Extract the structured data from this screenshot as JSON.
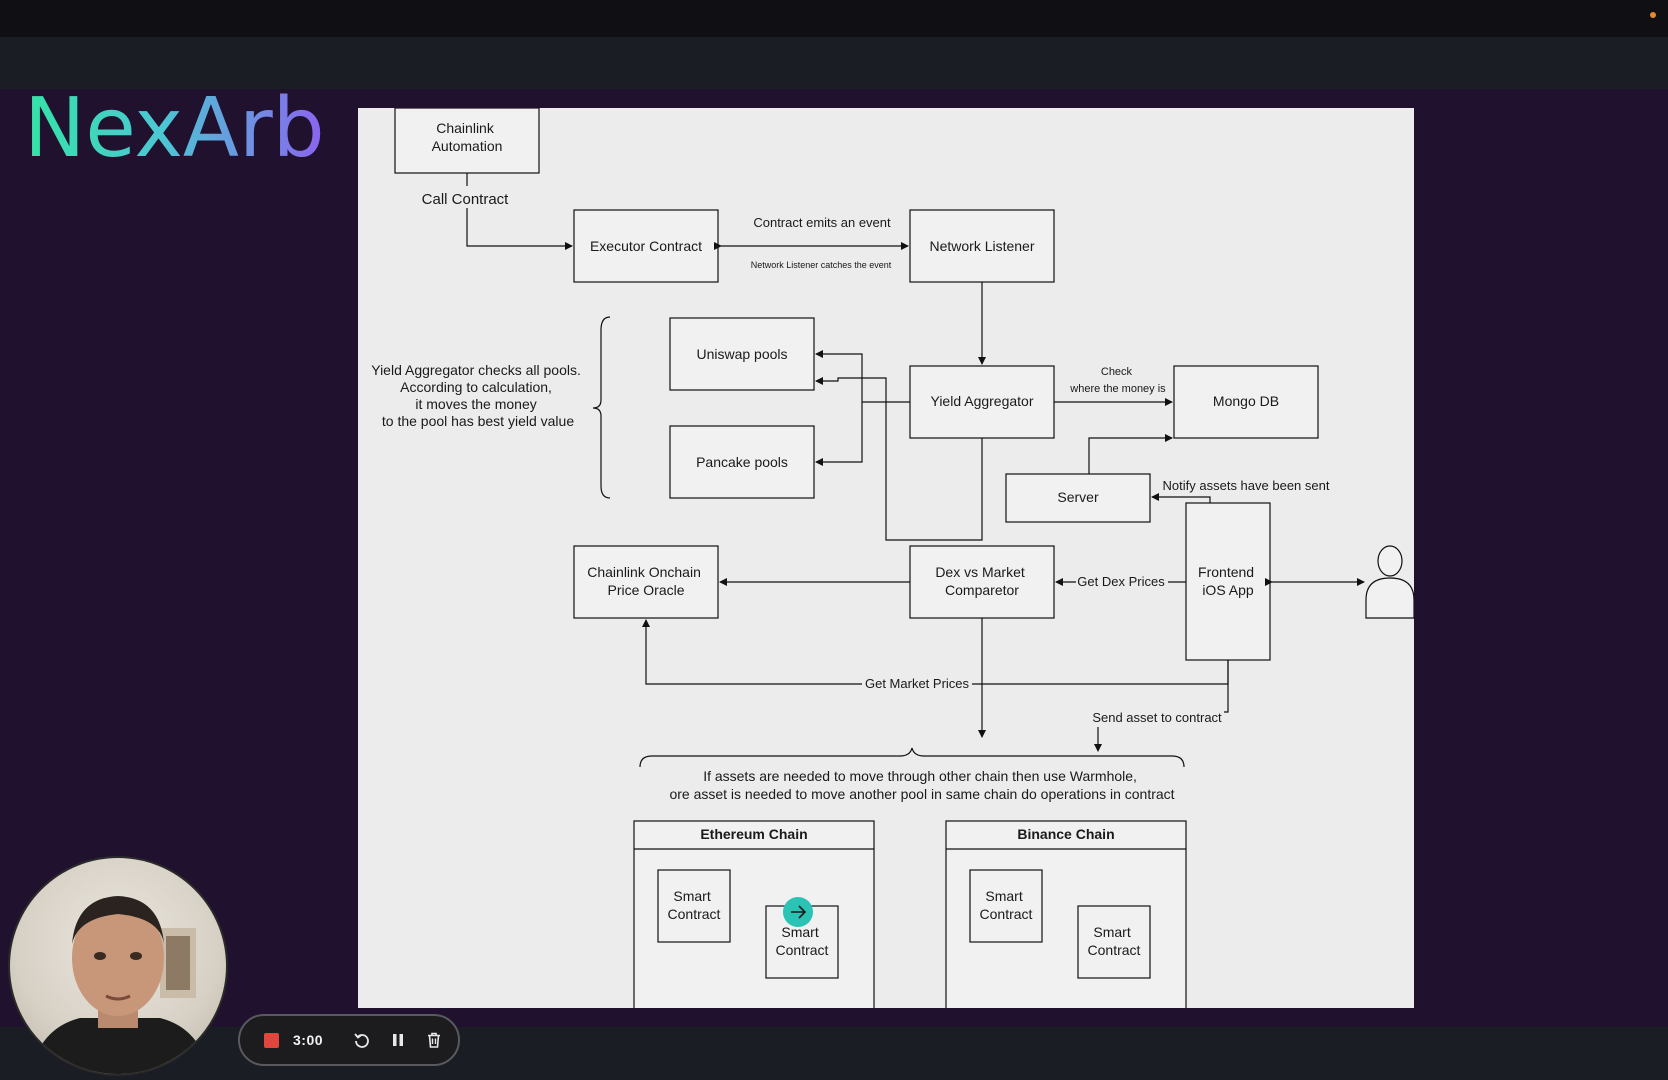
{
  "app": {
    "logo_text": "NexArb"
  },
  "recorder": {
    "time": "3:00"
  },
  "diagram": {
    "chainlink_automation": "Chainlink\nAutomation",
    "call_contract": "Call Contract",
    "executor_contract": "Executor Contract",
    "contract_emits": "Contract emits an event",
    "listener_catches": "Network Listener catches the event",
    "network_listener": "Network Listener",
    "uniswap_pools": "Uniswap pools",
    "pancake_pools": "Pancake pools",
    "yield_note": "Yield Aggregator checks all pools.\nAccording to calculation,\nit moves the money\nto the pool has best yield value",
    "yield_aggregator": "Yield Aggregator",
    "check_money": "Check\nwhere the money is",
    "mongo_db": "Mongo DB",
    "server": "Server",
    "notify_assets": "Notify assets have been sent",
    "chainlink_oracle": "Chainlink Onchain\nPrice Oracle",
    "dex_comparator": "Dex vs Market\nComparetor",
    "get_dex_prices": "Get Dex Prices",
    "frontend_app": "Frontend\niOS App",
    "get_market_prices": "Get Market Prices",
    "send_asset": "Send asset to contract",
    "warmhole_note": "If assets are needed to move through other chain then use Warmhole,\nore asset is needed to move another pool in same chain do operations in contract",
    "ethereum_chain": "Ethereum Chain",
    "binance_chain": "Binance Chain",
    "smart_contract": "Smart\nContract"
  }
}
